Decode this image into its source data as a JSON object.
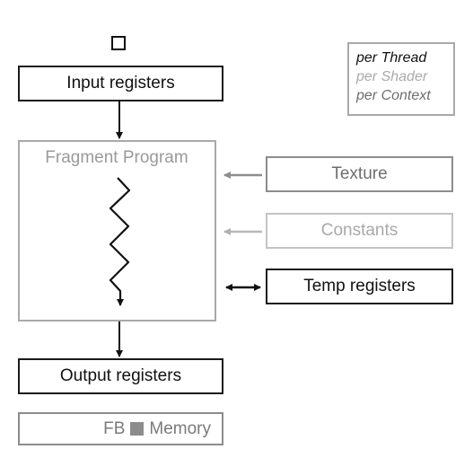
{
  "legend": {
    "per_thread": "per Thread",
    "per_shader": "per Shader",
    "per_context": "per Context"
  },
  "input_registers": "Input registers",
  "fragment_program": "Fragment Program",
  "texture": "Texture",
  "constants": "Constants",
  "temp_registers": "Temp registers",
  "output_registers": "Output registers",
  "fb_memory": {
    "fb": "FB",
    "memory": "Memory"
  },
  "colors": {
    "per_thread": "#111111",
    "per_shader": "#a9a9a9",
    "per_context": "#6e6e6e"
  }
}
